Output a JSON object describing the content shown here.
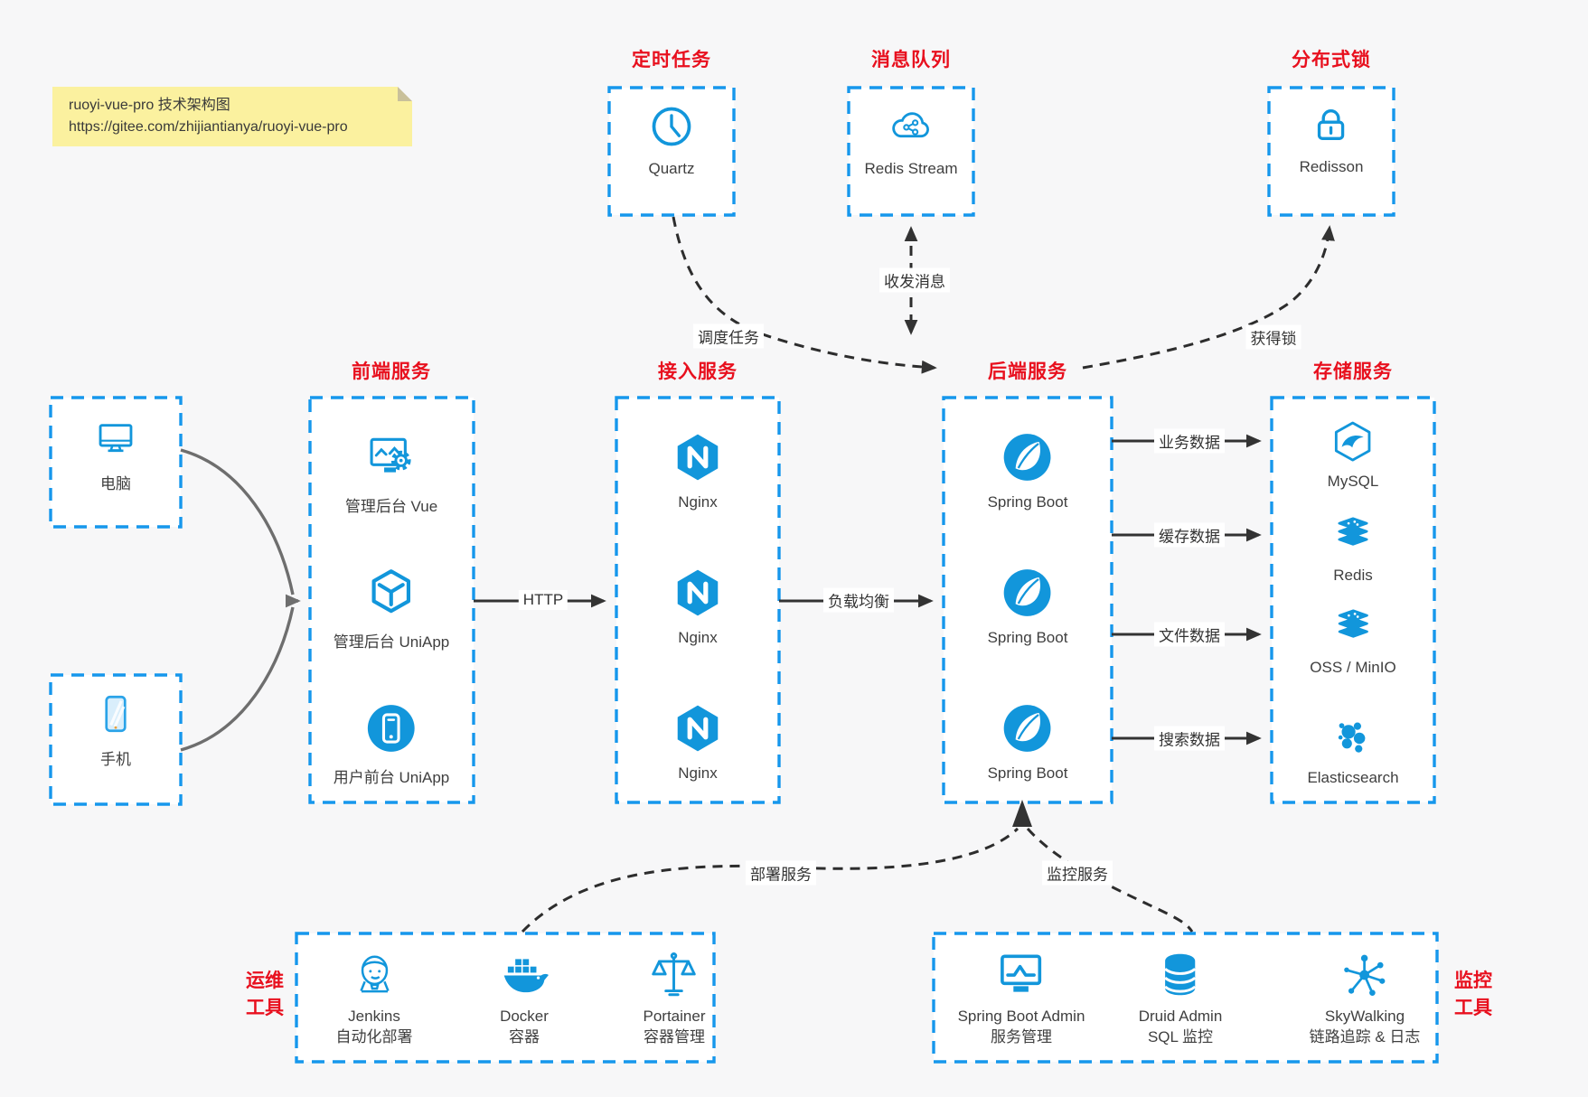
{
  "colors": {
    "box_border_blue": "#1697ec",
    "icon_blue": "#1296db",
    "title_red": "#e8101e",
    "arrow_dark": "#333333",
    "client_arrow_gray": "#6e6e6e",
    "note_bg": "#fbf19f",
    "page_bg": "#f7f7f8"
  },
  "note": {
    "line1": "ruoyi-vue-pro 技术架构图",
    "line2": "https://gitee.com/zhijiantianya/ruoyi-vue-pro"
  },
  "groups": {
    "scheduler": {
      "title": "定时任务",
      "item": {
        "label": "Quartz",
        "icon": "clock-icon"
      }
    },
    "mq": {
      "title": "消息队列",
      "item": {
        "label": "Redis Stream",
        "icon": "cloud-stream-icon"
      }
    },
    "lock": {
      "title": "分布式锁",
      "item": {
        "label": "Redisson",
        "icon": "lock-icon"
      }
    },
    "clients": {
      "pc": {
        "label": "电脑",
        "icon": "desktop-icon"
      },
      "mobile": {
        "label": "手机",
        "icon": "smartphone-icon"
      }
    },
    "frontend": {
      "title": "前端服务",
      "items": [
        {
          "label": "管理后台 Vue",
          "icon": "admin-dashboard-icon"
        },
        {
          "label": "管理后台 UniApp",
          "icon": "cube-icon"
        },
        {
          "label": "用户前台 UniApp",
          "icon": "mobile-app-icon"
        }
      ]
    },
    "gateway": {
      "title": "接入服务",
      "items": [
        {
          "label": "Nginx",
          "icon": "nginx-icon"
        },
        {
          "label": "Nginx",
          "icon": "nginx-icon"
        },
        {
          "label": "Nginx",
          "icon": "nginx-icon"
        }
      ]
    },
    "backend": {
      "title": "后端服务",
      "items": [
        {
          "label": "Spring Boot",
          "icon": "spring-leaf-icon"
        },
        {
          "label": "Spring Boot",
          "icon": "spring-leaf-icon"
        },
        {
          "label": "Spring Boot",
          "icon": "spring-leaf-icon"
        }
      ]
    },
    "storage": {
      "title": "存储服务",
      "items": [
        {
          "label": "MySQL",
          "icon": "mysql-dolphin-icon"
        },
        {
          "label": "Redis",
          "icon": "redis-stack-icon"
        },
        {
          "label": "OSS / MinIO",
          "icon": "object-storage-icon"
        },
        {
          "label": "Elasticsearch",
          "icon": "elasticsearch-cluster-icon"
        }
      ]
    },
    "ops": {
      "title_line1": "运维",
      "title_line2": "工具",
      "items": [
        {
          "label": "Jenkins",
          "sublabel": "自动化部署",
          "icon": "jenkins-icon"
        },
        {
          "label": "Docker",
          "sublabel": "容器",
          "icon": "docker-whale-icon"
        },
        {
          "label": "Portainer",
          "sublabel": "容器管理",
          "icon": "scales-icon"
        }
      ]
    },
    "monitoring": {
      "title_line1": "监控",
      "title_line2": "工具",
      "items": [
        {
          "label": "Spring Boot Admin",
          "sublabel": "服务管理",
          "icon": "monitor-chart-icon"
        },
        {
          "label": "Druid Admin",
          "sublabel": "SQL 监控",
          "icon": "database-icon"
        },
        {
          "label": "SkyWalking",
          "sublabel": "链路追踪 & 日志",
          "icon": "topology-icon"
        }
      ]
    }
  },
  "edges": {
    "http": "HTTP",
    "load_balance": "负载均衡",
    "schedule_task": "调度任务",
    "send_receive_message": "收发消息",
    "acquire_lock": "获得锁",
    "business_data": "业务数据",
    "cache_data": "缓存数据",
    "file_data": "文件数据",
    "search_data": "搜索数据",
    "deploy_service": "部署服务",
    "monitor_service": "监控服务"
  }
}
